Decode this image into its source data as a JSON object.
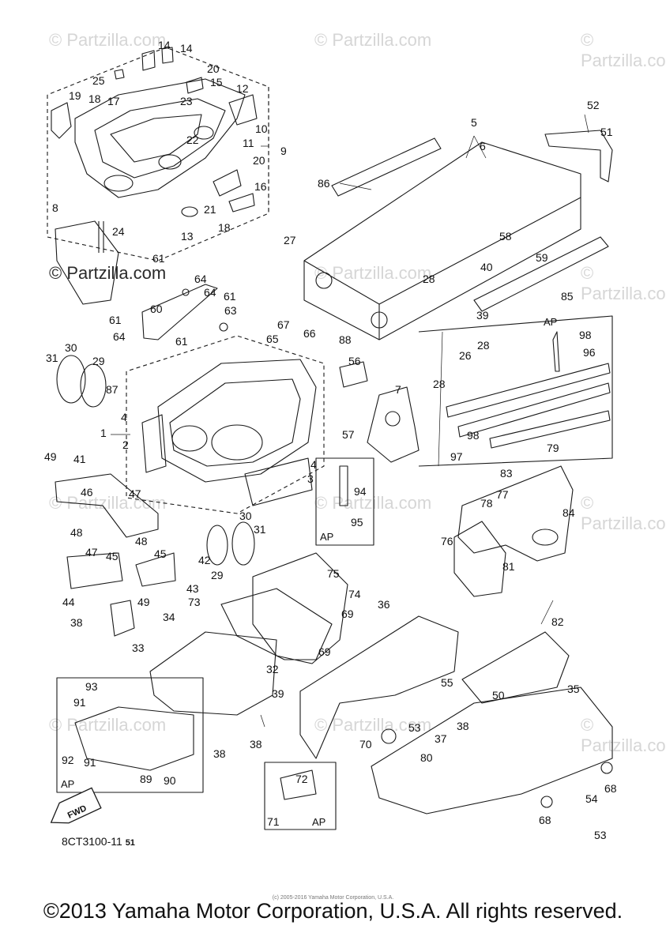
{
  "watermarks": [
    "© Partzilla.com",
    "© Partzilla.com",
    "© Partzilla.com",
    "© Partzilla.com",
    "© Partzilla.com",
    "© Partzilla.com",
    "© Partzilla.com",
    "© Partzilla.com",
    "© Partzilla.com",
    "© Partzilla.com",
    "© Partzilla.com",
    "© Partzilla.com"
  ],
  "watermark_strong": "© Partzilla.com",
  "diagram_code": "8CT3100-11",
  "diagram_code_suffix": "51",
  "fwd_label": "FWD",
  "ap_label": "AP",
  "small_credit": "(c) 2005-2016 Yamaha Motor Corporation, U.S.A.",
  "copyright": "©2013 Yamaha Motor Corporation, U.S.A. All rights reserved.",
  "callouts": [
    {
      "id": "c14a",
      "text": "14"
    },
    {
      "id": "c14b",
      "text": "14"
    },
    {
      "id": "c20a",
      "text": "20"
    },
    {
      "id": "c25",
      "text": "25"
    },
    {
      "id": "c15",
      "text": "15"
    },
    {
      "id": "c12",
      "text": "12"
    },
    {
      "id": "c19",
      "text": "19"
    },
    {
      "id": "c18a",
      "text": "18"
    },
    {
      "id": "c17",
      "text": "17"
    },
    {
      "id": "c23",
      "text": "23"
    },
    {
      "id": "c10",
      "text": "10"
    },
    {
      "id": "c22",
      "text": "22"
    },
    {
      "id": "c11",
      "text": "11"
    },
    {
      "id": "c9",
      "text": "9"
    },
    {
      "id": "c20b",
      "text": "20"
    },
    {
      "id": "c16",
      "text": "16"
    },
    {
      "id": "c21",
      "text": "21"
    },
    {
      "id": "c18b",
      "text": "18"
    },
    {
      "id": "c13",
      "text": "13"
    },
    {
      "id": "c8",
      "text": "8"
    },
    {
      "id": "c24",
      "text": "24"
    },
    {
      "id": "c52",
      "text": "52"
    },
    {
      "id": "c51",
      "text": "51"
    },
    {
      "id": "c5",
      "text": "5"
    },
    {
      "id": "c6",
      "text": "6"
    },
    {
      "id": "c86",
      "text": "86"
    },
    {
      "id": "c27",
      "text": "27"
    },
    {
      "id": "c58",
      "text": "58"
    },
    {
      "id": "c59",
      "text": "59"
    },
    {
      "id": "c40",
      "text": "40"
    },
    {
      "id": "c28a",
      "text": "28"
    },
    {
      "id": "c85",
      "text": "85"
    },
    {
      "id": "c39a",
      "text": "39"
    },
    {
      "id": "c61a",
      "text": "61"
    },
    {
      "id": "c64a",
      "text": "64"
    },
    {
      "id": "c64b",
      "text": "64"
    },
    {
      "id": "c61b",
      "text": "61"
    },
    {
      "id": "c60",
      "text": "60"
    },
    {
      "id": "c63",
      "text": "63"
    },
    {
      "id": "c61c",
      "text": "61"
    },
    {
      "id": "c64c",
      "text": "64"
    },
    {
      "id": "c61d",
      "text": "61"
    },
    {
      "id": "c67",
      "text": "67"
    },
    {
      "id": "c66",
      "text": "66"
    },
    {
      "id": "c65",
      "text": "65"
    },
    {
      "id": "c88",
      "text": "88"
    },
    {
      "id": "c98a",
      "text": "98"
    },
    {
      "id": "c96",
      "text": "96"
    },
    {
      "id": "c28b",
      "text": "28"
    },
    {
      "id": "c26",
      "text": "26"
    },
    {
      "id": "c28c",
      "text": "28"
    },
    {
      "id": "c31a",
      "text": "31"
    },
    {
      "id": "c30a",
      "text": "30"
    },
    {
      "id": "c29a",
      "text": "29"
    },
    {
      "id": "c87",
      "text": "87"
    },
    {
      "id": "c56",
      "text": "56"
    },
    {
      "id": "c7",
      "text": "7"
    },
    {
      "id": "c4a",
      "text": "4"
    },
    {
      "id": "c1",
      "text": "1"
    },
    {
      "id": "c2",
      "text": "2"
    },
    {
      "id": "c57",
      "text": "57"
    },
    {
      "id": "c98b",
      "text": "98"
    },
    {
      "id": "c97",
      "text": "97"
    },
    {
      "id": "c79",
      "text": "79"
    },
    {
      "id": "c49a",
      "text": "49"
    },
    {
      "id": "c41",
      "text": "41"
    },
    {
      "id": "c4b",
      "text": "4"
    },
    {
      "id": "c3",
      "text": "3"
    },
    {
      "id": "c94",
      "text": "94"
    },
    {
      "id": "c83",
      "text": "83"
    },
    {
      "id": "c46",
      "text": "46"
    },
    {
      "id": "c47a",
      "text": "47"
    },
    {
      "id": "c95",
      "text": "95"
    },
    {
      "id": "c77",
      "text": "77"
    },
    {
      "id": "c78",
      "text": "78"
    },
    {
      "id": "c84",
      "text": "84"
    },
    {
      "id": "c30b",
      "text": "30"
    },
    {
      "id": "c31b",
      "text": "31"
    },
    {
      "id": "c76",
      "text": "76"
    },
    {
      "id": "c81",
      "text": "81"
    },
    {
      "id": "c48a",
      "text": "48"
    },
    {
      "id": "c48b",
      "text": "48"
    },
    {
      "id": "c47b",
      "text": "47"
    },
    {
      "id": "c45a",
      "text": "45"
    },
    {
      "id": "c45b",
      "text": "45"
    },
    {
      "id": "c42",
      "text": "42"
    },
    {
      "id": "c29b",
      "text": "29"
    },
    {
      "id": "c43",
      "text": "43"
    },
    {
      "id": "c75",
      "text": "75"
    },
    {
      "id": "c44",
      "text": "44"
    },
    {
      "id": "c49b",
      "text": "49"
    },
    {
      "id": "c74",
      "text": "74"
    },
    {
      "id": "c73",
      "text": "73"
    },
    {
      "id": "c69a",
      "text": "69"
    },
    {
      "id": "c36",
      "text": "36"
    },
    {
      "id": "c82",
      "text": "82"
    },
    {
      "id": "c34",
      "text": "34"
    },
    {
      "id": "c38a",
      "text": "38"
    },
    {
      "id": "c33",
      "text": "33"
    },
    {
      "id": "c69b",
      "text": "69"
    },
    {
      "id": "c32",
      "text": "32"
    },
    {
      "id": "c55",
      "text": "55"
    },
    {
      "id": "c35",
      "text": "35"
    },
    {
      "id": "c93",
      "text": "93"
    },
    {
      "id": "c91a",
      "text": "91"
    },
    {
      "id": "c39b",
      "text": "39"
    },
    {
      "id": "c50",
      "text": "50"
    },
    {
      "id": "c53a",
      "text": "53"
    },
    {
      "id": "c38b",
      "text": "38"
    },
    {
      "id": "c37",
      "text": "37"
    },
    {
      "id": "c38c",
      "text": "38"
    },
    {
      "id": "c70",
      "text": "70"
    },
    {
      "id": "c92",
      "text": "92"
    },
    {
      "id": "c91b",
      "text": "91"
    },
    {
      "id": "c38d",
      "text": "38"
    },
    {
      "id": "c80",
      "text": "80"
    },
    {
      "id": "c89",
      "text": "89"
    },
    {
      "id": "c90",
      "text": "90"
    },
    {
      "id": "c72",
      "text": "72"
    },
    {
      "id": "c68a",
      "text": "68"
    },
    {
      "id": "c54",
      "text": "54"
    },
    {
      "id": "c71",
      "text": "71"
    },
    {
      "id": "c68b",
      "text": "68"
    },
    {
      "id": "c53b",
      "text": "53"
    }
  ]
}
